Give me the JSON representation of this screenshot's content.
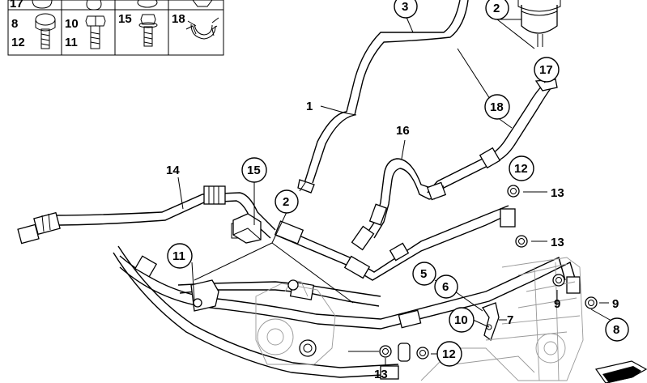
{
  "legend": {
    "cells": [
      {
        "labels": [
          "17"
        ]
      },
      {
        "labels": []
      },
      {
        "labels": []
      },
      {
        "labels": []
      },
      {
        "labels": [
          "8",
          "12"
        ]
      },
      {
        "labels": [
          "10",
          "11"
        ]
      },
      {
        "labels": [
          "15"
        ]
      },
      {
        "labels": [
          "18"
        ]
      }
    ]
  },
  "callouts": {
    "c1": "1",
    "c2a": "2",
    "c2b": "2",
    "c3": "3",
    "c5": "5",
    "c6": "6",
    "c7": "7",
    "c8": "8",
    "c9a": "9",
    "c9b": "9",
    "c10": "10",
    "c11": "11",
    "c12a": "12",
    "c12b": "12",
    "c13a": "13",
    "c13b": "13",
    "c13c": "13",
    "c14": "14",
    "c15": "15",
    "c16": "16",
    "c17": "17",
    "c18": "18"
  },
  "icons": [
    "washer-icon",
    "banjo-bolt-icon",
    "hex-bolt-icon",
    "flange-bolt-icon",
    "hose-clip-icon",
    "hose-clamp-icon",
    "reservoir-icon",
    "page-arrow-icon"
  ]
}
